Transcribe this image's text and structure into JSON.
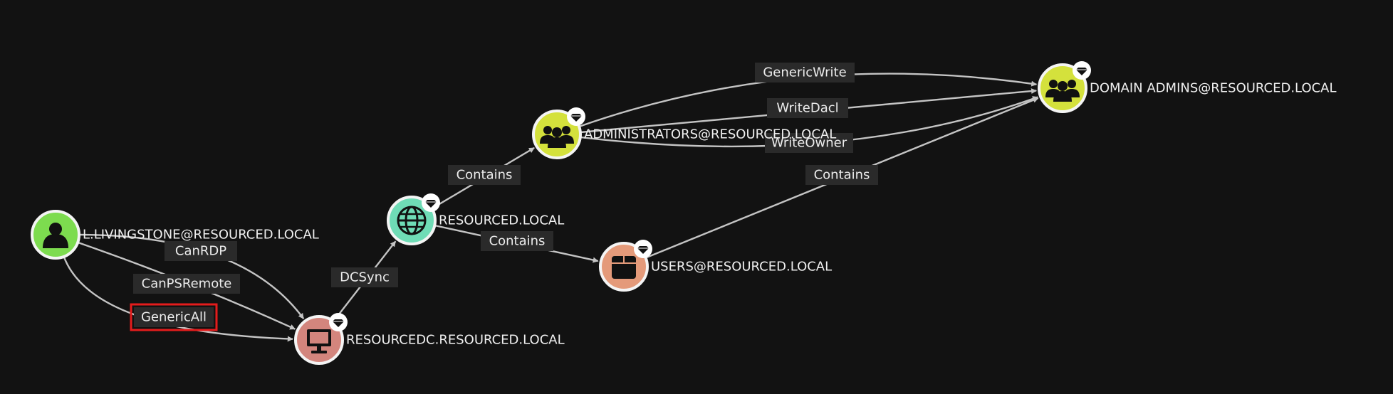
{
  "colors": {
    "background": "#121212",
    "edge": "#c4c4c4",
    "label_bg": "#2a2a2a",
    "user_node": "#7ddc4f",
    "computer_node": "#d3857d",
    "domain_node": "#6fdcb6",
    "group_node": "#d4e13c",
    "ou_group_node": "#e49a7a",
    "highlight": "#e41c1c"
  },
  "nodes": [
    {
      "id": "user",
      "label": "L.LIVINGSTONE@RESOURCED.LOCAL",
      "type": "user",
      "icon": "user-icon",
      "badge": false
    },
    {
      "id": "dc",
      "label": "RESOURCEDC.RESOURCED.LOCAL",
      "type": "computer",
      "icon": "computer-icon",
      "badge": true
    },
    {
      "id": "domain",
      "label": "RESOURCED.LOCAL",
      "type": "domain",
      "icon": "globe-icon",
      "badge": true
    },
    {
      "id": "admins",
      "label": "ADMINISTRATORS@RESOURCED.LOCAL",
      "type": "group",
      "icon": "group-icon",
      "badge": true
    },
    {
      "id": "users",
      "label": "USERS@RESOURCED.LOCAL",
      "type": "ou_group",
      "icon": "box-icon",
      "badge": true
    },
    {
      "id": "da",
      "label": "DOMAIN ADMINS@RESOURCED.LOCAL",
      "type": "group",
      "icon": "group-icon",
      "badge": true
    }
  ],
  "edges": [
    {
      "from": "user",
      "to": "dc",
      "label": "CanRDP",
      "highlighted": false
    },
    {
      "from": "user",
      "to": "dc",
      "label": "CanPSRemote",
      "highlighted": false
    },
    {
      "from": "user",
      "to": "dc",
      "label": "GenericAll",
      "highlighted": true
    },
    {
      "from": "dc",
      "to": "domain",
      "label": "DCSync",
      "highlighted": false
    },
    {
      "from": "domain",
      "to": "admins",
      "label": "Contains",
      "highlighted": false
    },
    {
      "from": "domain",
      "to": "users",
      "label": "Contains",
      "highlighted": false
    },
    {
      "from": "admins",
      "to": "da",
      "label": "GenericWrite",
      "highlighted": false
    },
    {
      "from": "admins",
      "to": "da",
      "label": "WriteDacl",
      "highlighted": false
    },
    {
      "from": "admins",
      "to": "da",
      "label": "WriteOwner",
      "highlighted": false
    },
    {
      "from": "users",
      "to": "da",
      "label": "Contains",
      "highlighted": false
    }
  ],
  "badge_icon": "gem-icon"
}
